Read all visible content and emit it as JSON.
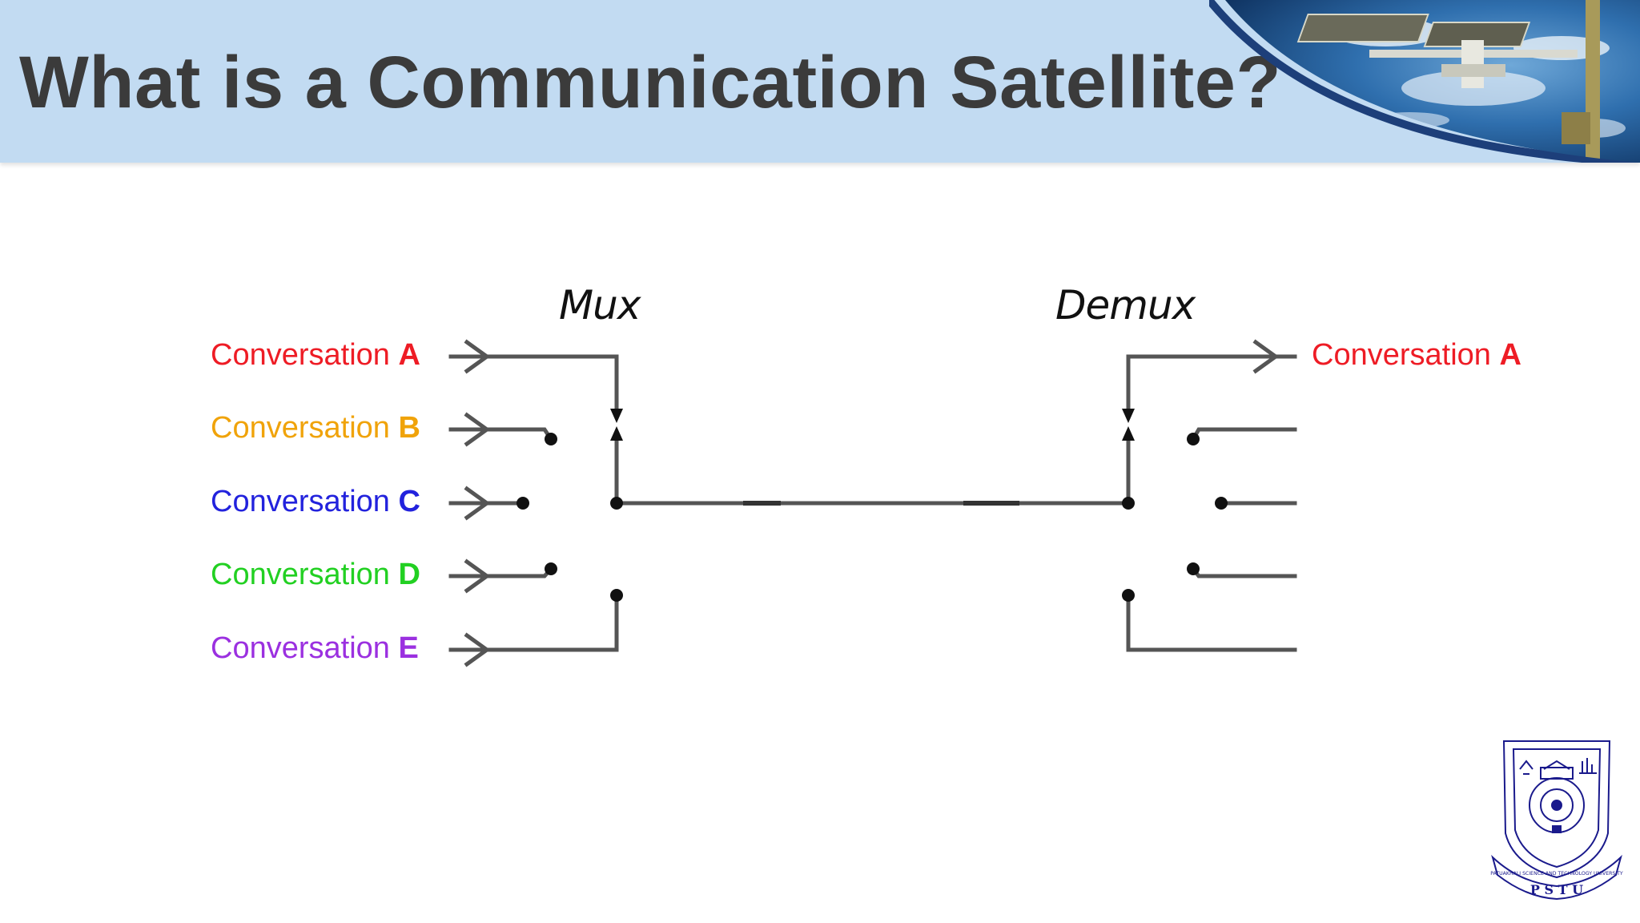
{
  "slide": {
    "title": "What is a Communication Satellite?"
  },
  "diagram": {
    "mux_label": "Mux",
    "demux_label": "Demux",
    "inputs": [
      {
        "text": "Conversation ",
        "letter": "A",
        "color": "#ee1c25"
      },
      {
        "text": "Conversation ",
        "letter": "B",
        "color": "#f0a30a"
      },
      {
        "text": "Conversation ",
        "letter": "C",
        "color": "#2222dd"
      },
      {
        "text": "Conversation ",
        "letter": "D",
        "color": "#22d022"
      },
      {
        "text": "Conversation ",
        "letter": "E",
        "color": "#9b30e0"
      }
    ],
    "output": {
      "text": "Conversation ",
      "letter": "A",
      "color": "#ee1c25"
    },
    "line_color": "#555555"
  },
  "logo": {
    "ring_text": "PATUAKHALI SCIENCE AND TECHNOLOGY UNIVERSITY",
    "banner_text": "P  S  T  U",
    "color": "#1a1a8c"
  },
  "colors": {
    "header_bg": "#c2dbf2",
    "title_color": "#3b3b3b"
  }
}
